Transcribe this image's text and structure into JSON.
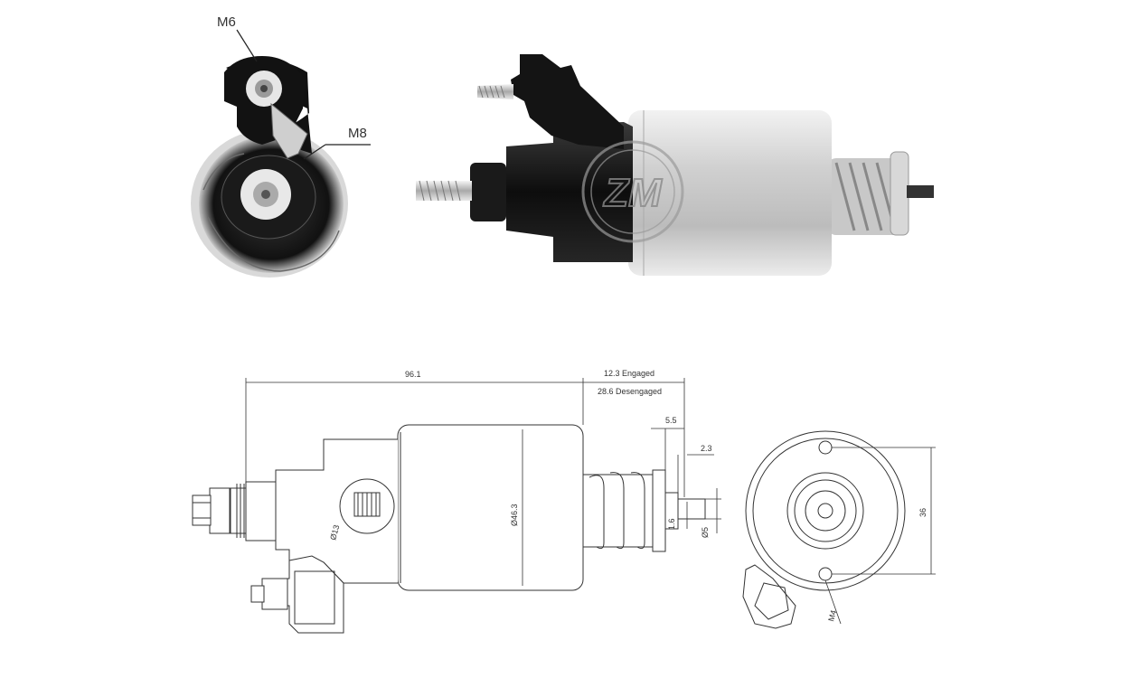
{
  "photo_labels": {
    "end_top_terminal": "M6",
    "end_bottom_terminal": "M8"
  },
  "drawing": {
    "overall_length": "96.1",
    "stroke_engaged": "12.3 Engaged",
    "stroke_disengaged": "28.6 Desengaged",
    "dim_5_5": "5.5",
    "dim_2_3": "2.3",
    "body_diameter": "Ø46.3",
    "connector_diameter": "Ø13",
    "plunger_slot": "1.6",
    "plunger_diameter": "Ø5",
    "end_hole_spacing": "36",
    "end_thread": "M4"
  },
  "colors": {
    "line": "#333333",
    "photo_dark": "#151515",
    "photo_silver": "#d4d4d4"
  }
}
